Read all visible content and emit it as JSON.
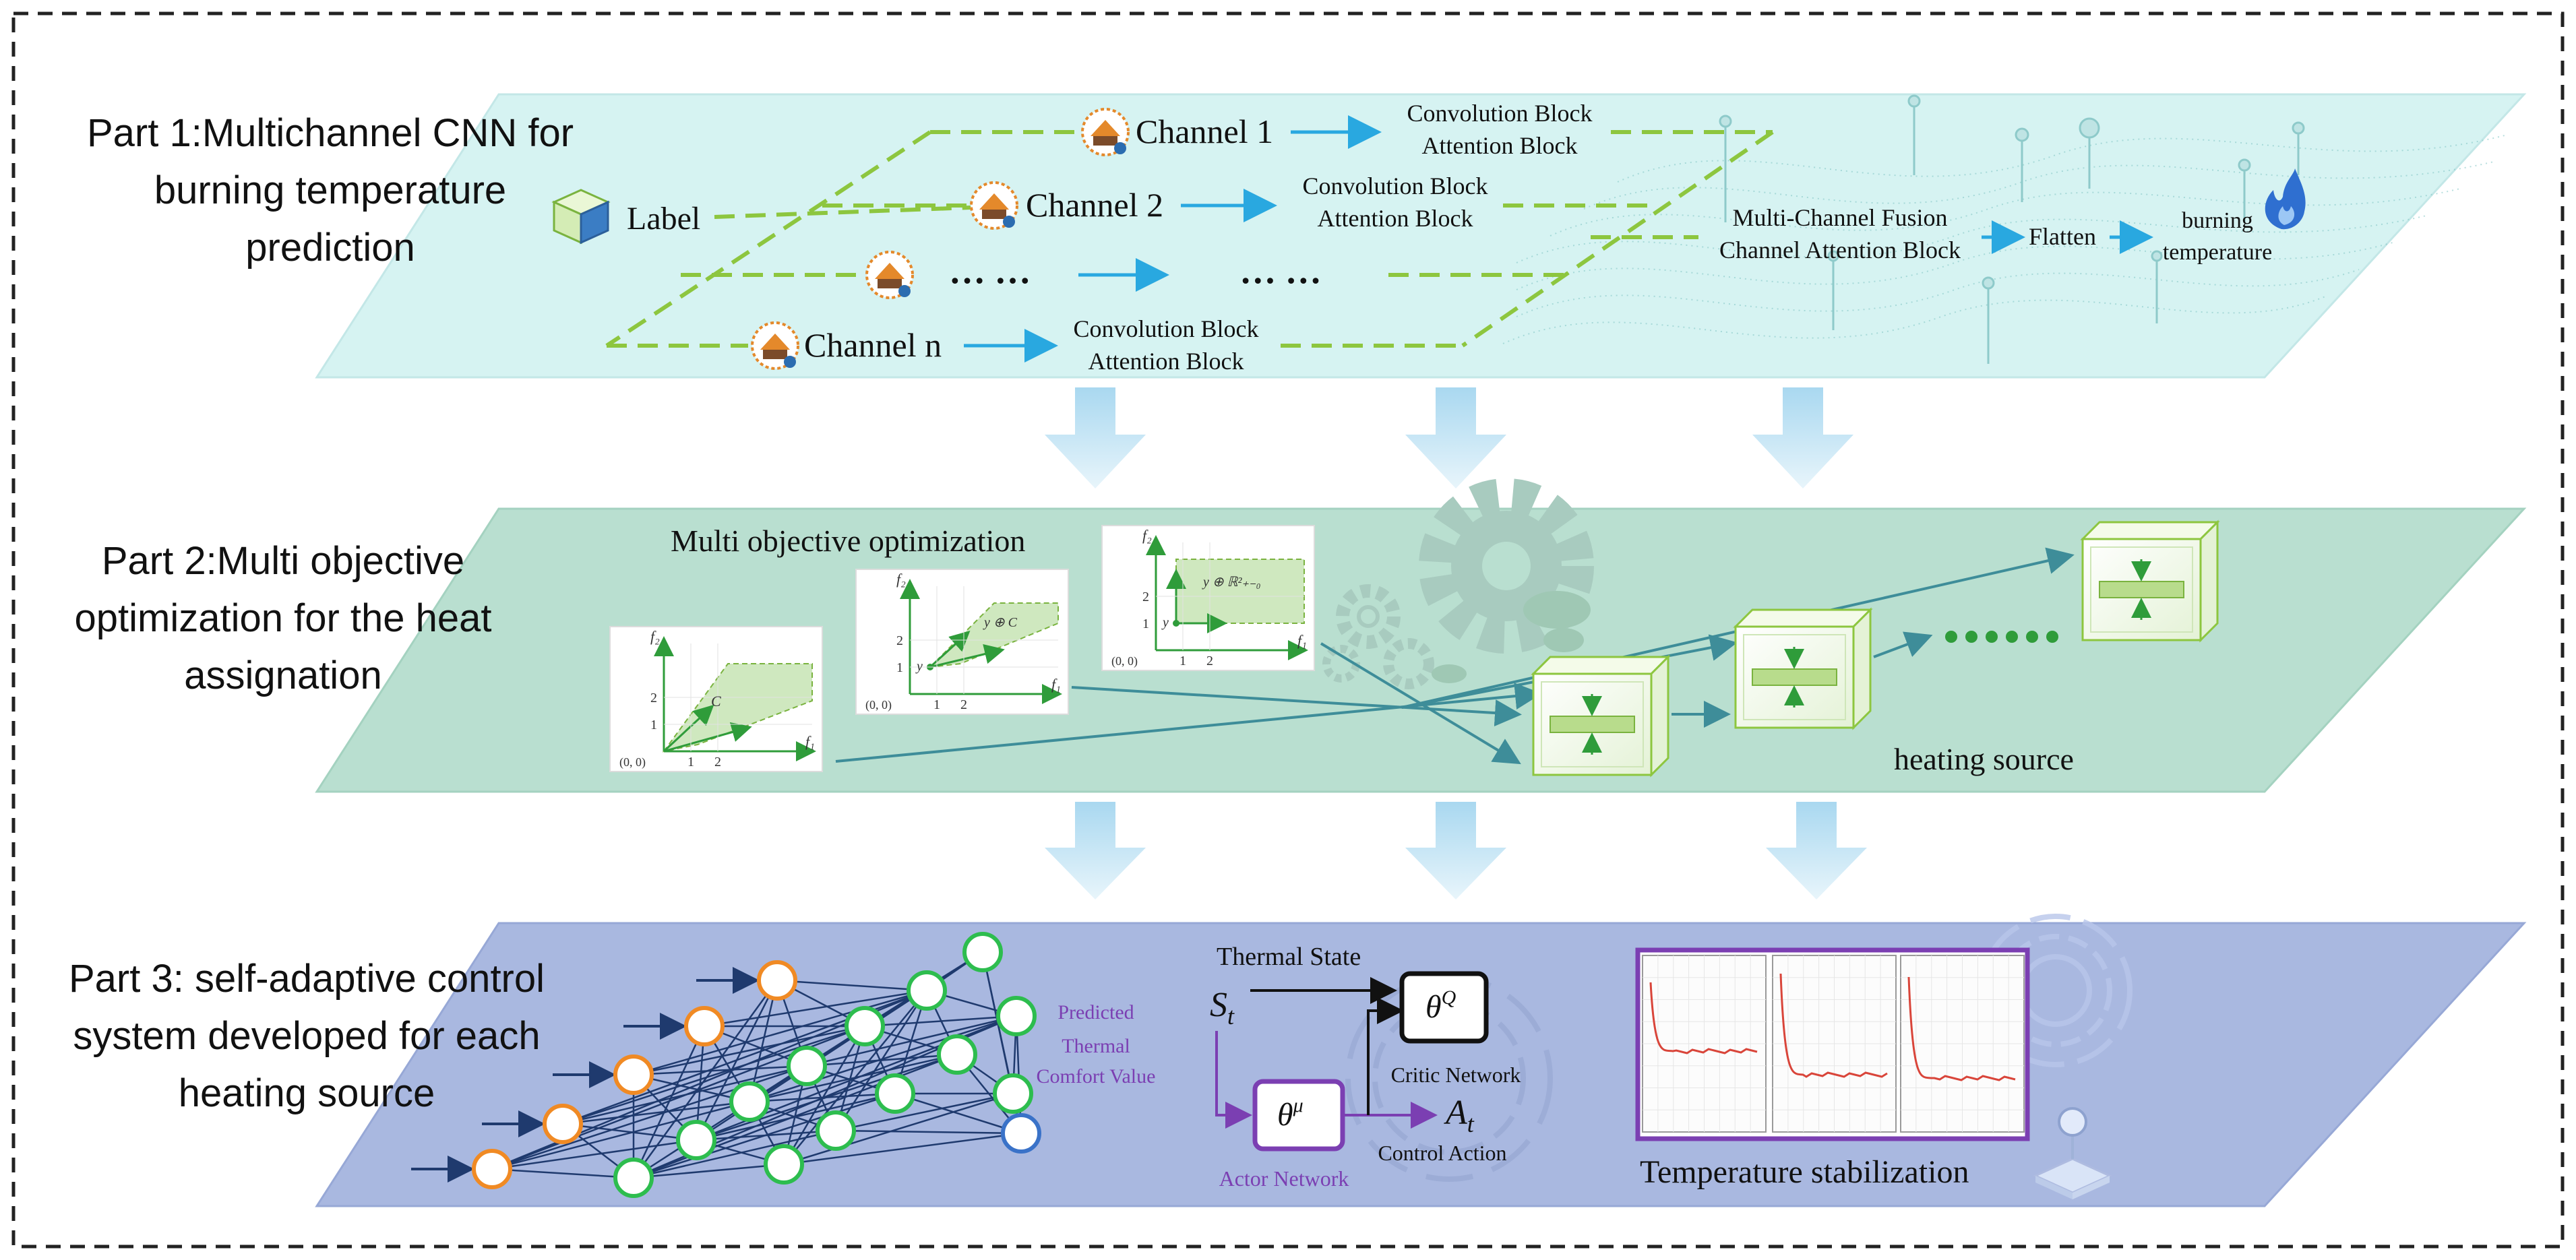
{
  "parts": [
    {
      "title_lines": [
        "Part 1:Multichannel CNN for",
        "burning temperature",
        "prediction"
      ]
    },
    {
      "title_lines": [
        "Part 2:Multi objective",
        "optimization for the heat",
        "assignation"
      ]
    },
    {
      "title_lines": [
        "Part 3: self-adaptive control",
        "system developed for each",
        "heating source"
      ]
    }
  ],
  "part1": {
    "label": "Label",
    "channel1": "Channel 1",
    "channel2": "Channel 2",
    "channel_dots": "… …",
    "channeln": "Channel n",
    "middle_dots": "… …",
    "block_line1": "Convolution Block",
    "block_line2": "Attention Block",
    "fusion_line1": "Multi-Channel Fusion",
    "fusion_line2": "Channel Attention Block",
    "flatten": "Flatten",
    "output_line1": "burning",
    "output_line2": "temperature"
  },
  "part2": {
    "title": "Multi objective optimization",
    "heating_source": "heating source",
    "plot1": {
      "ylab": "f₂",
      "xlab": "f₁",
      "y1": "1",
      "y2": "2",
      "x1": "1",
      "x2": "2",
      "origin": "(0, 0)",
      "region": "C",
      "point": ""
    },
    "plot2": {
      "ylab": "f₂",
      "xlab": "f₁",
      "y1": "1",
      "y2": "2",
      "x1": "1",
      "x2": "2",
      "origin": "(0, 0)",
      "region": "y ⊕ C",
      "point": "y"
    },
    "plot3": {
      "ylab": "f₂",
      "xlab": "f₁",
      "y1": "1",
      "y2": "2",
      "x1": "1",
      "x2": "2",
      "origin": "(0, 0)",
      "region": "y ⊕ ℝ²₊₋₀",
      "point": "y"
    }
  },
  "part3": {
    "predicted_line1": "Predicted",
    "predicted_line2": "Thermal",
    "predicted_line3": "Comfort Value",
    "thermal_state": "Thermal State",
    "st": "S",
    "st_sub": "t",
    "theta_q": "θ",
    "theta_q_sup": "Q",
    "theta_mu": "θ",
    "theta_mu_sup": "μ",
    "critic": "Critic Network",
    "actor": "Actor Network",
    "at": "A",
    "at_sub": "t",
    "control_action": "Control Action",
    "temp_stab": "Temperature stabilization"
  },
  "colors": {
    "layer1": "#d6f3f2",
    "layer2": "#b9dfd0",
    "layer3": "#a9b8e0",
    "green_dash": "#8dc63f",
    "blue_arrow": "#29a8e0",
    "purple": "#7b3fb2",
    "navy": "#1f3a6e",
    "node_orange": "#f08a24",
    "node_green": "#2dbd4e",
    "node_blue": "#3a72c8"
  }
}
